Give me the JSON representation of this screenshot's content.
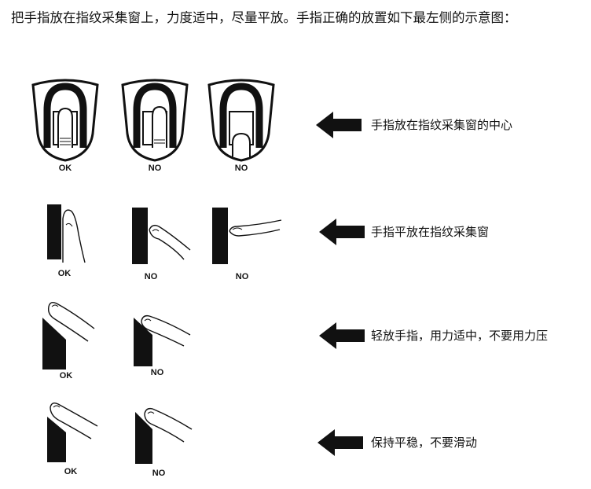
{
  "intro": "把手指放在指纹采集窗上，力度适中，尽量平放。手指正确的放置如下最左侧的示意图：",
  "rows": [
    {
      "caption": "手指放在指纹采集窗的中心",
      "labels": [
        "OK",
        "NO",
        "NO"
      ]
    },
    {
      "caption": "手指平放在指纹采集窗",
      "labels": [
        "OK",
        "NO",
        "NO"
      ]
    },
    {
      "caption": "轻放手指，用力适中，不要用力压",
      "labels": [
        "OK",
        "NO"
      ]
    },
    {
      "caption": "保持平稳，不要滑动",
      "labels": [
        "OK",
        "NO"
      ]
    }
  ],
  "icons": {
    "arrow": "left-arrow-icon"
  }
}
